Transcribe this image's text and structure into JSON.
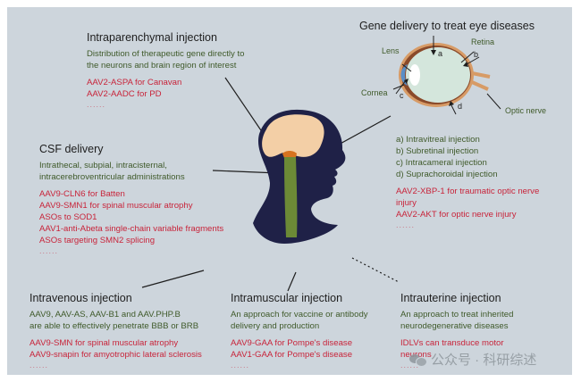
{
  "sections": {
    "intraparenchymal": {
      "title": "Intraparenchymal injection",
      "description": [
        "Distribution of therapeutic gene directly to",
        "the neurons and brain region of interest"
      ],
      "examples": [
        "AAV2-ASPA for Canavan",
        "AAV2-AADC for PD"
      ],
      "more": "......"
    },
    "csf": {
      "title": "CSF delivery",
      "description": [
        "Intrathecal, subpial, intracisternal,",
        "intracerebroventricular administrations"
      ],
      "examples": [
        "AAV9-CLN6 for Batten",
        "AAV9-SMN1 for spinal muscular atrophy",
        "ASOs to SOD1",
        "AAV1-anti-Abeta single-chain variable fragments",
        "ASOs targeting SMN2 splicing"
      ],
      "more": "......"
    },
    "eye": {
      "title": "Gene delivery to treat eye diseases",
      "labels": {
        "lens": "Lens",
        "retina": "Retina",
        "cornea": "Cornea",
        "optic_nerve": "Optic nerve",
        "a": "a",
        "b": "b",
        "c": "c",
        "d": "d"
      },
      "routes": [
        "a) Intravitreal injection",
        "b) Subretinal injection",
        "c) Intracameral injection",
        "d) Suprachoroidal injection"
      ],
      "examples": [
        "AAV2-XBP-1 for traumatic optic nerve",
        "injury",
        "AAV2-AKT for optic nerve injury"
      ],
      "more": "......"
    },
    "intravenous": {
      "title": "Intravenous injection",
      "description": [
        "AAV9, AAV-AS, AAV-B1 and AAV.PHP.B",
        "are able to effectively penetrate BBB or BRB"
      ],
      "examples": [
        "AAV9-SMN for spinal muscular atrophy",
        "AAV9-snapin for amyotrophic lateral sclerosis"
      ],
      "more": "......"
    },
    "intramuscular": {
      "title": "Intramuscular injection",
      "description": [
        "An approach for vaccine or antibody",
        "delivery and production"
      ],
      "examples": [
        "AAV9-GAA for Pompe's disease",
        "AAV1-GAA for Pompe's disease"
      ],
      "more": "......"
    },
    "intrauterine": {
      "title": "Intrauterine injection",
      "description": [
        "An approach to treat inherited",
        "neurodegenerative diseases"
      ],
      "examples": [
        "IDLVs can transduce motor",
        "neurons"
      ],
      "more": "......"
    }
  },
  "watermark": {
    "text": "公众号 · 科研综述",
    "icon": "wechat-icon"
  },
  "colors": {
    "background": "#cdd5dc",
    "head": "#1f2147",
    "brain": "#f3cfa6",
    "spinal_cord": "#6c8a36",
    "brainstem": "#d6731f",
    "title_text": "#1e1e1e",
    "description_text": "#3f5a2a",
    "example_text": "#c8243a"
  }
}
